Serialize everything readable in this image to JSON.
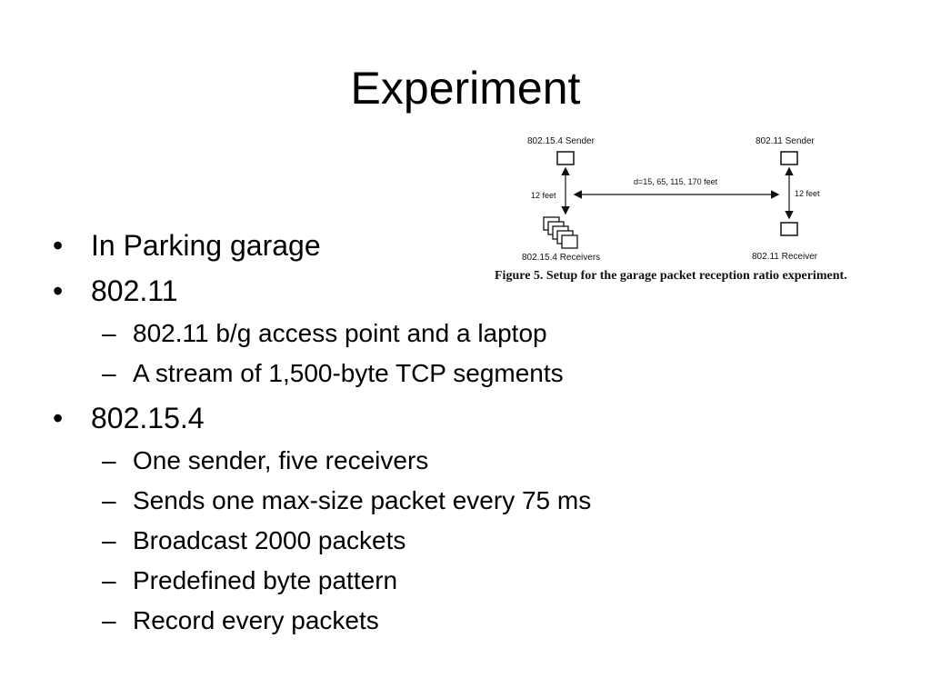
{
  "slide": {
    "title": "Experiment"
  },
  "figure": {
    "labels": {
      "sender_154": "802.15.4 Sender",
      "sender_11": "802.11 Sender",
      "distance": "d=15, 65, 115, 170 feet",
      "height_left": "12 feet",
      "height_right": "12 feet",
      "receivers_154": "802.15.4 Receivers",
      "receiver_11": "802.11 Receiver"
    },
    "caption": "Figure 5. Setup for the garage packet reception ratio experiment."
  },
  "bullets": [
    {
      "text": "In Parking garage",
      "sub": []
    },
    {
      "text": "802.11",
      "sub": [
        "802.11 b/g access point and a laptop",
        "A stream of 1,500-byte TCP segments"
      ]
    },
    {
      "text": "802.15.4",
      "sub": [
        "One sender, five receivers",
        "Sends one max-size packet every 75 ms",
        "Broadcast 2000 packets",
        "Predefined byte pattern",
        "Record every packets"
      ]
    }
  ],
  "markers": {
    "bullet": "•",
    "dash": "–"
  }
}
